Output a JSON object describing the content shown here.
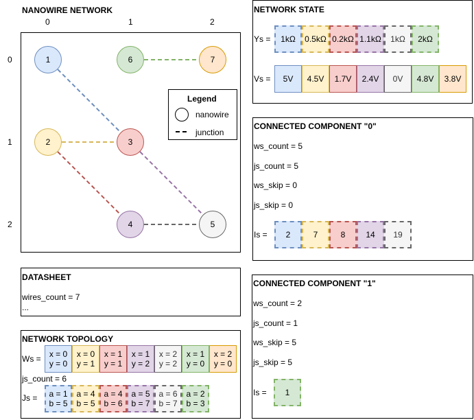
{
  "network": {
    "title": "NANOWIRE NETWORK",
    "col_labels": [
      "0",
      "1",
      "2"
    ],
    "row_labels": [
      "0",
      "1",
      "2"
    ],
    "nodes": [
      {
        "id": "1",
        "col": 0,
        "row": 0,
        "fill": "#dae8fc",
        "stroke": "#6c8ebf"
      },
      {
        "id": "2",
        "col": 0,
        "row": 1,
        "fill": "#fff2cc",
        "stroke": "#d6b656"
      },
      {
        "id": "3",
        "col": 1,
        "row": 1,
        "fill": "#f8cecc",
        "stroke": "#b85450"
      },
      {
        "id": "4",
        "col": 1,
        "row": 2,
        "fill": "#e1d5e7",
        "stroke": "#9673a6"
      },
      {
        "id": "5",
        "col": 2,
        "row": 2,
        "fill": "#f5f5f5",
        "stroke": "#666666"
      },
      {
        "id": "6",
        "col": 1,
        "row": 0,
        "fill": "#d5e8d4",
        "stroke": "#82b366"
      },
      {
        "id": "7",
        "col": 2,
        "row": 0,
        "fill": "#ffe6cc",
        "stroke": "#d79b00"
      }
    ],
    "junctions": [
      {
        "a": "1",
        "b": "3",
        "color": "#6c8ebf"
      },
      {
        "a": "2",
        "b": "3",
        "color": "#d6b656"
      },
      {
        "a": "2",
        "b": "4",
        "color": "#b85450"
      },
      {
        "a": "3",
        "b": "5",
        "color": "#9673a6"
      },
      {
        "a": "4",
        "b": "5",
        "color": "#666666"
      },
      {
        "a": "6",
        "b": "7",
        "color": "#82b366"
      }
    ],
    "legend": {
      "title": "Legend",
      "nanowire": "nanowire",
      "junction": "junction"
    }
  },
  "datasheet": {
    "title": "DATASHEET",
    "wires_count": "wires_count = 7",
    "ellipsis": "..."
  },
  "topology": {
    "title": "NETWORK TOPOLOGY",
    "ws_label": "Ws =",
    "ws": [
      {
        "l1": "x = 0",
        "l2": "y = 0",
        "fill": "#dae8fc",
        "stroke": "#6c8ebf"
      },
      {
        "l1": "x = 0",
        "l2": "y = 1",
        "fill": "#fff2cc",
        "stroke": "#d6b656"
      },
      {
        "l1": "x = 1",
        "l2": "y = 1",
        "fill": "#f8cecc",
        "stroke": "#b85450"
      },
      {
        "l1": "x = 1",
        "l2": "y = 2",
        "fill": "#e1d5e7",
        "stroke": "#9673a6"
      },
      {
        "l1": "x = 2",
        "l2": "y = 2",
        "fill": "#f5f5f5",
        "stroke": "#666666"
      },
      {
        "l1": "x = 1",
        "l2": "y = 0",
        "fill": "#d5e8d4",
        "stroke": "#82b366"
      },
      {
        "l1": "x = 2",
        "l2": "y = 0",
        "fill": "#ffe6cc",
        "stroke": "#d79b00"
      }
    ],
    "js_count": "js_count = 6",
    "js_label": "Js =",
    "js": [
      {
        "l1": "a = 1",
        "l2": "b = 5",
        "fill": "#dae8fc",
        "stroke": "#6c8ebf"
      },
      {
        "l1": "a = 4",
        "l2": "b = 5",
        "fill": "#fff2cc",
        "stroke": "#d6b656"
      },
      {
        "l1": "a = 4",
        "l2": "b = 6",
        "fill": "#f8cecc",
        "stroke": "#b85450"
      },
      {
        "l1": "a = 5",
        "l2": "b = 7",
        "fill": "#e1d5e7",
        "stroke": "#9673a6"
      },
      {
        "l1": "a = 6",
        "l2": "b = 7",
        "fill": "#f5f5f5",
        "stroke": "#666666"
      },
      {
        "l1": "a = 2",
        "l2": "b = 3",
        "fill": "#d5e8d4",
        "stroke": "#82b366"
      }
    ]
  },
  "state": {
    "title": "NETWORK STATE",
    "ys_label": "Ys =",
    "ys": [
      {
        "v": "1kΩ",
        "fill": "#dae8fc",
        "stroke": "#6c8ebf"
      },
      {
        "v": "0.5kΩ",
        "fill": "#fff2cc",
        "stroke": "#d6b656"
      },
      {
        "v": "0.2kΩ",
        "fill": "#f8cecc",
        "stroke": "#b85450"
      },
      {
        "v": "1.1kΩ",
        "fill": "#e1d5e7",
        "stroke": "#9673a6"
      },
      {
        "v": "1kΩ",
        "fill": "#f5f5f5",
        "stroke": "#666666"
      },
      {
        "v": "2kΩ",
        "fill": "#d5e8d4",
        "stroke": "#82b366"
      }
    ],
    "vs_label": "Vs =",
    "vs": [
      {
        "v": "5V",
        "fill": "#dae8fc",
        "stroke": "#6c8ebf"
      },
      {
        "v": "4.5V",
        "fill": "#fff2cc",
        "stroke": "#d6b656"
      },
      {
        "v": "1.7V",
        "fill": "#f8cecc",
        "stroke": "#b85450"
      },
      {
        "v": "2.4V",
        "fill": "#e1d5e7",
        "stroke": "#9673a6"
      },
      {
        "v": "0V",
        "fill": "#f5f5f5",
        "stroke": "#666666"
      },
      {
        "v": "4.8V",
        "fill": "#d5e8d4",
        "stroke": "#82b366"
      },
      {
        "v": "3.8V",
        "fill": "#ffe6cc",
        "stroke": "#d79b00"
      }
    ]
  },
  "component0": {
    "title": "CONNECTED COMPONENT \"0\"",
    "ws_count": "ws_count = 5",
    "js_count": "js_count = 5",
    "ws_skip": "ws_skip = 0",
    "js_skip": "js_skip = 0",
    "is_label": "Is =",
    "is": [
      {
        "v": "2",
        "fill": "#dae8fc",
        "stroke": "#6c8ebf"
      },
      {
        "v": "7",
        "fill": "#fff2cc",
        "stroke": "#d6b656"
      },
      {
        "v": "8",
        "fill": "#f8cecc",
        "stroke": "#b85450"
      },
      {
        "v": "14",
        "fill": "#e1d5e7",
        "stroke": "#9673a6"
      },
      {
        "v": "19",
        "fill": "#f5f5f5",
        "stroke": "#666666"
      }
    ]
  },
  "component1": {
    "title": "CONNECTED COMPONENT \"1\"",
    "ws_count": "ws_count = 2",
    "js_count": "js_count = 1",
    "ws_skip": "ws_skip = 5",
    "js_skip": "js_skip = 5",
    "is_label": "Is =",
    "is": [
      {
        "v": "1",
        "fill": "#d5e8d4",
        "stroke": "#82b366"
      }
    ]
  }
}
